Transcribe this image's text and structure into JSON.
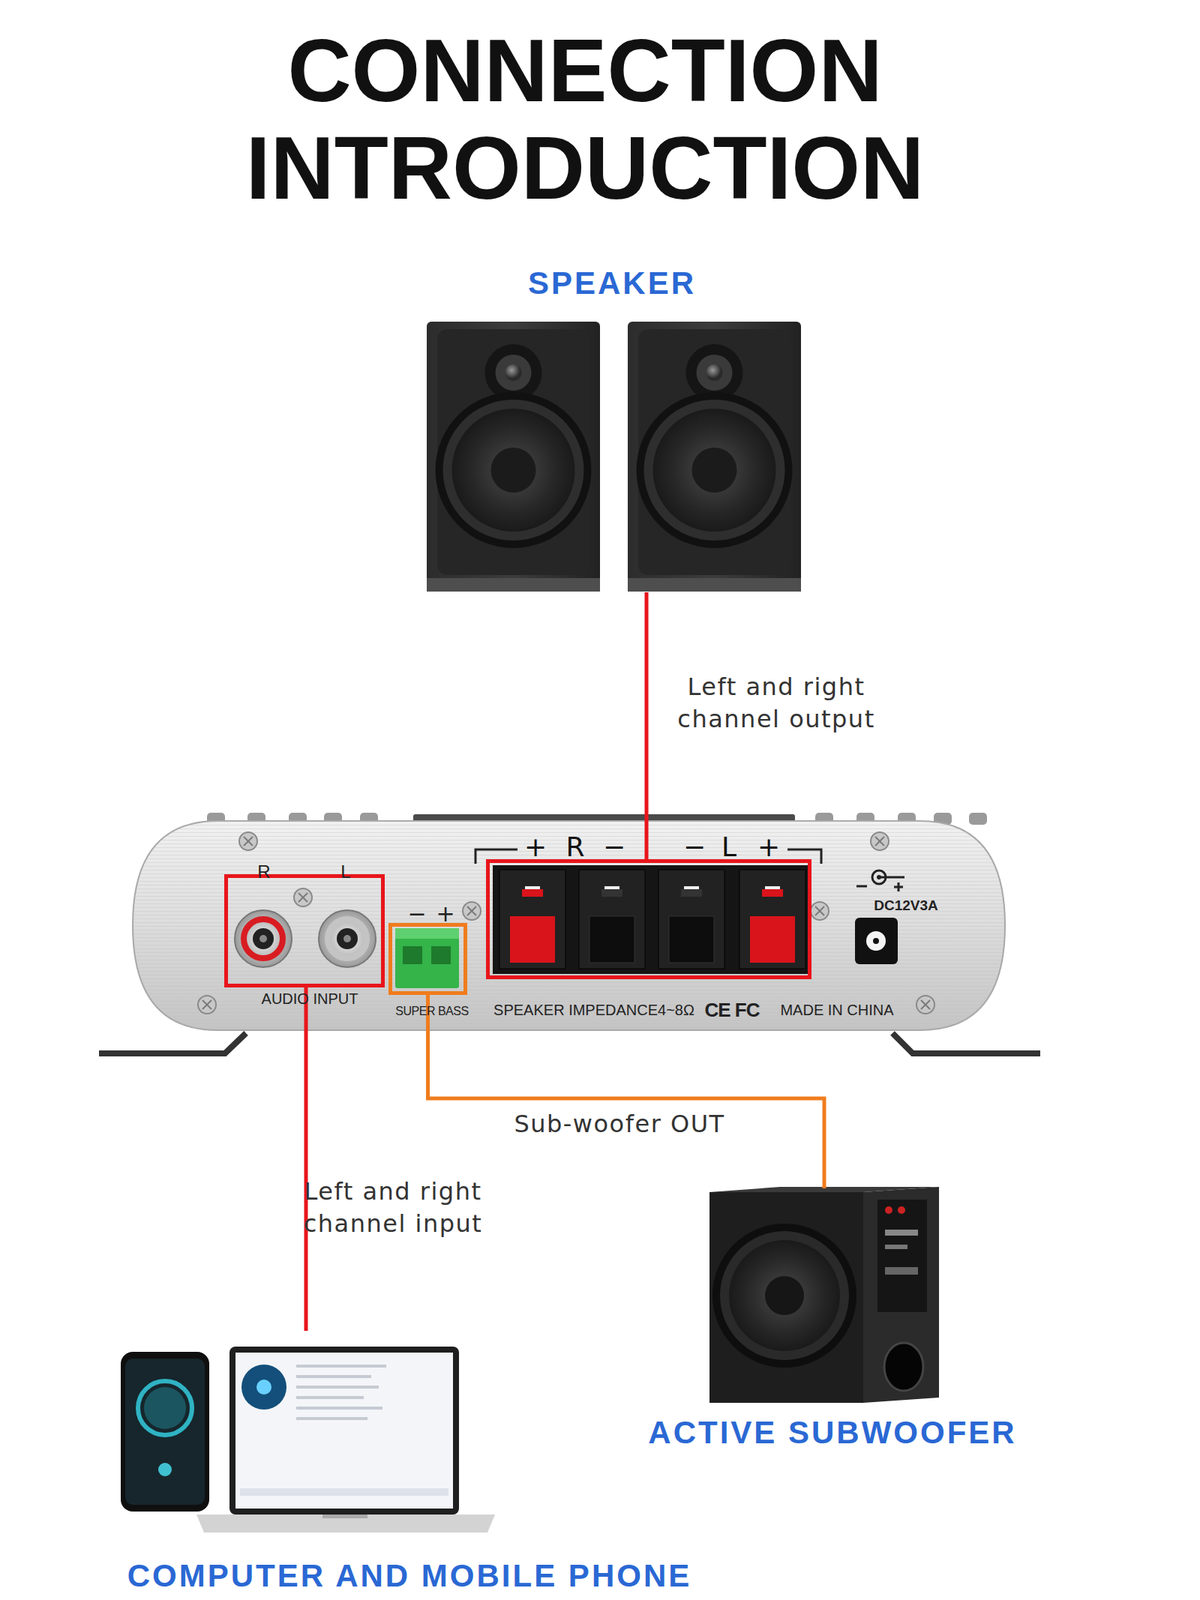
{
  "diagram": {
    "title": "CONNECTION INTRODUCTION",
    "nodes": [
      {
        "text": [
          "SPEAKER"
        ]
      },
      {
        "text": [
          "DC12V3A",
          "SPEAKER IMPEDANCE4~8Ω",
          "MADE IN CHINA"
        ]
      },
      {
        "text": [
          "R",
          "L",
          "AUDIO INPUT"
        ],
        "in": 1
      },
      {
        "text": [
          "−",
          "+",
          "SUPER BASS"
        ],
        "in": 1
      },
      {
        "text": [
          "+",
          "R",
          "−",
          "−",
          "L",
          "+"
        ],
        "in": 1
      },
      {
        "text": [
          "ACTIVE SUBWOOFER"
        ]
      },
      {
        "text": [
          "COMPUTER AND MOBILE PHONE"
        ]
      }
    ],
    "edges": [
      {
        "from": 4,
        "to": 0,
        "arrow": "none",
        "label": "Left and right channel output"
      },
      {
        "from": 2,
        "to": 6,
        "arrow": "none",
        "label": "Left and right channel input"
      },
      {
        "from": 3,
        "to": 5,
        "arrow": "none",
        "label": "Sub-woofer OUT"
      }
    ],
    "labels": [
      "CE FC"
    ]
  }
}
